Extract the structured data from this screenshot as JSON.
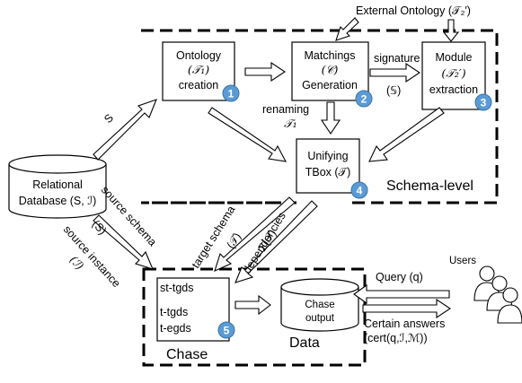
{
  "external_ontology": "External Ontology (𝒯₂′)",
  "schema_level_label": "Schema-level",
  "chase_label": "Chase",
  "data_label": "Data",
  "ontology_box": [
    "Ontology",
    "(𝒯₁)",
    "creation"
  ],
  "matchings_box": [
    "Matchings",
    "(𝒞)",
    "Generation"
  ],
  "module_box": [
    "Module",
    "(𝒯₂′)",
    "extraction"
  ],
  "unifying_box": [
    "Unifying",
    "TBox (𝒯)"
  ],
  "relational_db": [
    "Relational",
    "Database (S, ℐ)"
  ],
  "chase_output": [
    "Chase",
    "output"
  ],
  "chase_rules": [
    "st-tgds",
    "t-tgds",
    "t-egds"
  ],
  "badges": [
    "1",
    "2",
    "3",
    "4",
    "5"
  ],
  "edge_labels": {
    "s": "S",
    "signature": "signature",
    "signature_sym": "(𝕊)",
    "renaming": "renaming",
    "renaming_sym": "𝒯₁",
    "source_schema": "source schema",
    "source_schema_sym": "(S)",
    "source_instance": "source instance",
    "source_instance_sym": "(ℐ)",
    "target_schema": "target schema",
    "target_schema_sym": "(𝒯)",
    "dependencies": "dependencies",
    "dependencies_sym": "Σ(𝒯)",
    "query": "Query (q)",
    "certain_answers": "Certain answers",
    "cert_expr": "(cert(q,ℐ,ℳ))",
    "users": "Users"
  }
}
